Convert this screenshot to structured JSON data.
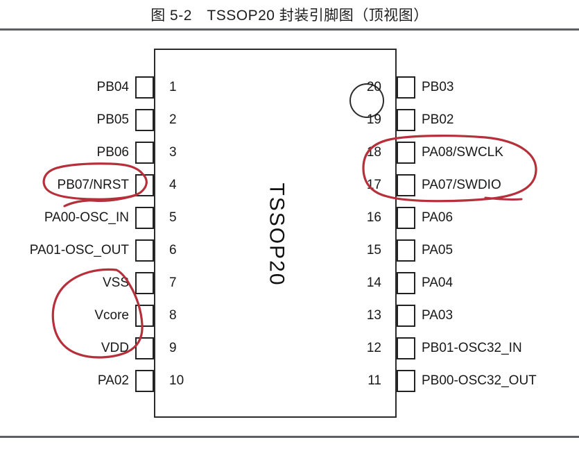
{
  "figure": {
    "title": "图 5-2　TSSOP20 封装引脚图（顶视图）",
    "chip_name": "TSSOP20",
    "pin1_marker": "pin1-dot-circle"
  },
  "colors": {
    "rule": "#5b5e63",
    "outline": "#2b2b2b",
    "text": "#181818",
    "annotation_red": "#b5303a"
  },
  "pins": {
    "left": [
      {
        "number": "1",
        "label": "PB04"
      },
      {
        "number": "2",
        "label": "PB05"
      },
      {
        "number": "3",
        "label": "PB06"
      },
      {
        "number": "4",
        "label": "PB07/NRST"
      },
      {
        "number": "5",
        "label": "PA00-OSC_IN"
      },
      {
        "number": "6",
        "label": "PA01-OSC_OUT"
      },
      {
        "number": "7",
        "label": "VSS"
      },
      {
        "number": "8",
        "label": "Vcore"
      },
      {
        "number": "9",
        "label": "VDD"
      },
      {
        "number": "10",
        "label": "PA02"
      }
    ],
    "right": [
      {
        "number": "20",
        "label": "PB03"
      },
      {
        "number": "19",
        "label": "PB02"
      },
      {
        "number": "18",
        "label": "PA08/SWCLK"
      },
      {
        "number": "17",
        "label": "PA07/SWDIO"
      },
      {
        "number": "16",
        "label": "PA06"
      },
      {
        "number": "15",
        "label": "PA05"
      },
      {
        "number": "14",
        "label": "PA04"
      },
      {
        "number": "13",
        "label": "PA03"
      },
      {
        "number": "12",
        "label": "PB01-OSC32_IN"
      },
      {
        "number": "11",
        "label": "PB00-OSC32_OUT"
      }
    ]
  },
  "annotations": [
    {
      "name": "circle-pb07-nrst",
      "targets": "PB07/NRST"
    },
    {
      "name": "circle-power-pins",
      "targets": "VSS, Vcore, VDD"
    },
    {
      "name": "circle-swd-pins",
      "targets": "PA08/SWCLK, PA07/SWDIO"
    }
  ]
}
